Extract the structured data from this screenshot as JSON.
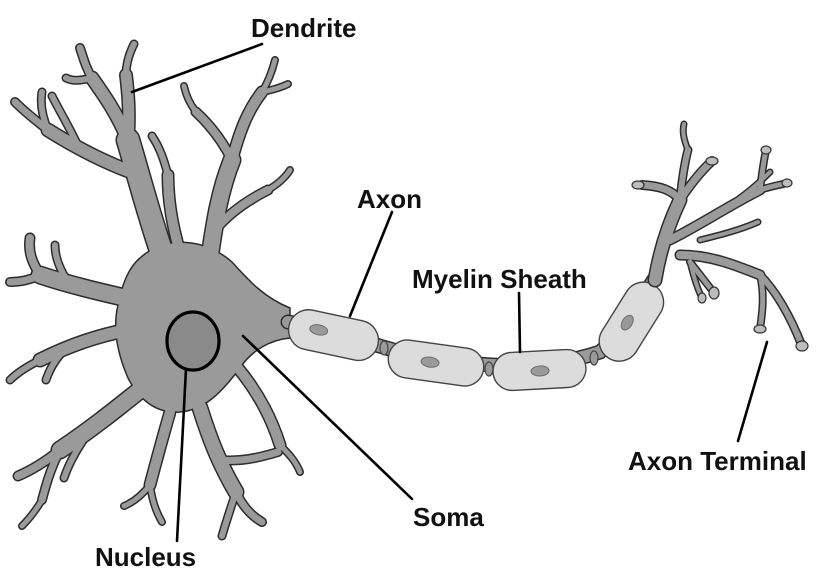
{
  "labels": {
    "dendrite": "Dendrite",
    "axon": "Axon",
    "myelin_sheath": "Myelin Sheath",
    "axon_terminal": "Axon Terminal",
    "soma": "Soma",
    "nucleus": "Nucleus"
  },
  "colors": {
    "cell_fill": "#9a9a9a",
    "cell_outline": "#2c2c2c",
    "nucleus_fill": "#8a8a8a",
    "sheath_fill": "#dcdcdc",
    "label_text": "#111111",
    "leader_line": "#000000"
  }
}
